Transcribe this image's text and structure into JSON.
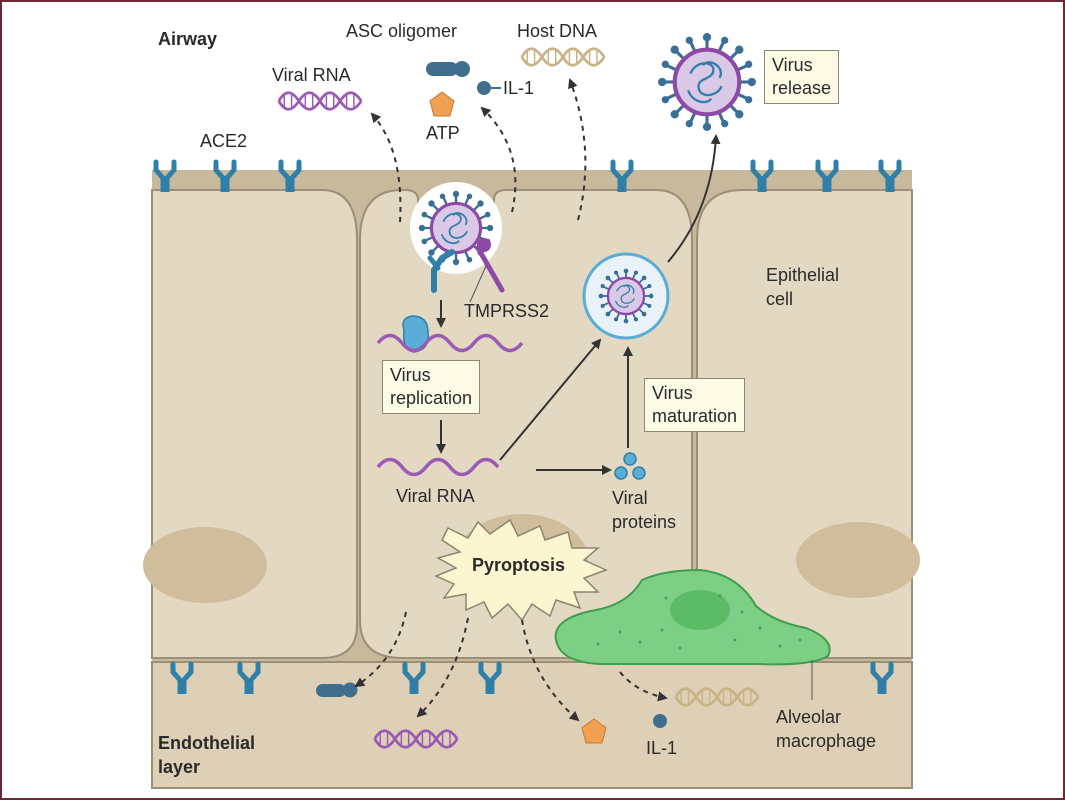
{
  "labels": {
    "airway": "Airway",
    "endothelial_line1": "Endothelial",
    "endothelial_line2": "layer",
    "asc_oligomer": "ASC oligomer",
    "host_dna": "Host DNA",
    "viral_rna_top": "Viral RNA",
    "il1_top": "IL-1",
    "atp": "ATP",
    "ace2": "ACE2",
    "tmprss2": "TMPRSS2",
    "viral_rna_mid": "Viral RNA",
    "viral_proteins_line1": "Viral",
    "viral_proteins_line2": "proteins",
    "epithelial_line1": "Epithelial",
    "epithelial_line2": "cell",
    "pyroptosis": "Pyroptosis",
    "il1_bottom": "IL-1",
    "alveolar_line1": "Alveolar",
    "alveolar_line2": "macrophage"
  },
  "boxes": {
    "virus_release": [
      "Virus",
      "release"
    ],
    "virus_replication": [
      "Virus",
      "replication"
    ],
    "virus_maturation": [
      "Virus",
      "maturation"
    ]
  },
  "colors": {
    "cell_fill": "#e3d8c2",
    "cell_stroke": "#9c8f78",
    "receptor": "#2f7fa8",
    "rna": "#9b5bb5",
    "virus": "#8c4aa6",
    "atp": "#f0a050",
    "il1": "#3f6f8c",
    "macrophage": "#7dcf86",
    "burst": "#fbf6d0"
  }
}
